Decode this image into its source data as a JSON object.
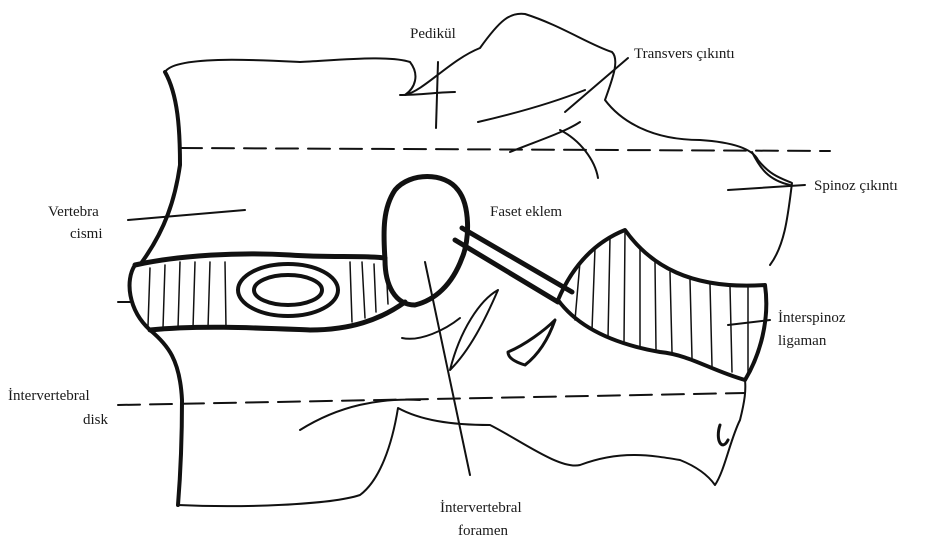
{
  "labels": {
    "pedikul": "Pedikül",
    "transvers": "Transvers çıkıntı",
    "spinoz": "Spinoz çıkıntı",
    "faset": "Faset eklem",
    "vertebra_1": "Vertebra",
    "vertebra_2": "cismi",
    "interspinoz_1": "İnterspinoz",
    "interspinoz_2": "ligaman",
    "intervertebral_disk_1": "İntervertebral",
    "intervertebral_disk_2": "disk",
    "intervertebral_foramen_1": "İntervertebral",
    "intervertebral_foramen_2": "foramen"
  }
}
